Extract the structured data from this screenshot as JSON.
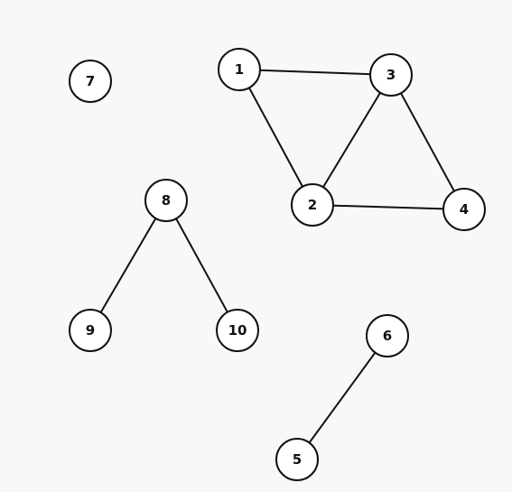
{
  "graph": {
    "nodes": [
      {
        "id": "1",
        "label": "1"
      },
      {
        "id": "2",
        "label": "2"
      },
      {
        "id": "3",
        "label": "3"
      },
      {
        "id": "4",
        "label": "4"
      },
      {
        "id": "5",
        "label": "5"
      },
      {
        "id": "6",
        "label": "6"
      },
      {
        "id": "7",
        "label": "7"
      },
      {
        "id": "8",
        "label": "8"
      },
      {
        "id": "9",
        "label": "9"
      },
      {
        "id": "10",
        "label": "10"
      }
    ],
    "edges": [
      {
        "from": "1",
        "to": "3"
      },
      {
        "from": "1",
        "to": "2"
      },
      {
        "from": "3",
        "to": "2"
      },
      {
        "from": "3",
        "to": "4"
      },
      {
        "from": "2",
        "to": "4"
      },
      {
        "from": "8",
        "to": "9"
      },
      {
        "from": "8",
        "to": "10"
      },
      {
        "from": "6",
        "to": "5"
      }
    ]
  },
  "colors": {
    "background": "#f8f8f8",
    "stroke": "#111111",
    "node_fill": "#ffffff"
  }
}
